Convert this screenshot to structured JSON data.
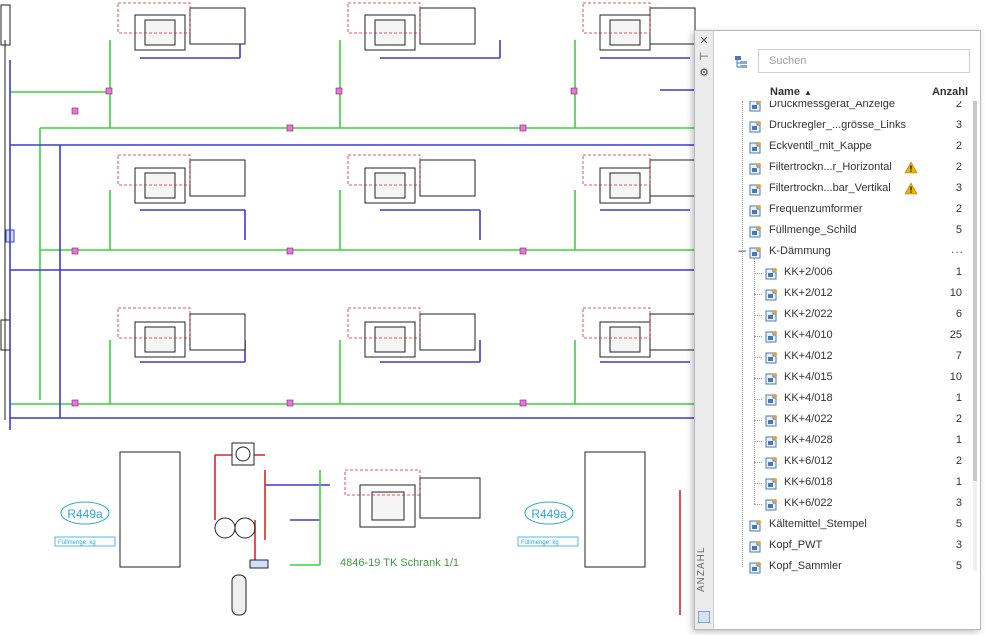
{
  "drawing": {
    "refrigerant_tags": [
      "R449a",
      "R449a"
    ],
    "fill_quantity_labels": [
      "Füllmenge: kg",
      "Füllmenge: kg"
    ],
    "cabinet_label": "4846-19 TK Schrank 1/1"
  },
  "panel": {
    "title": "ANZAHL",
    "search": {
      "placeholder": "Suchen",
      "value": ""
    },
    "columns": {
      "name": "Name",
      "count": "Anzahl"
    },
    "items": [
      {
        "label": "Druckmessgerät_Anzeige",
        "count": "2",
        "level": 1,
        "warning": false
      },
      {
        "label": "Druckregler_...grösse_Links",
        "count": "3",
        "level": 1,
        "warning": false
      },
      {
        "label": "Eckventil_mit_Kappe",
        "count": "2",
        "level": 1,
        "warning": false
      },
      {
        "label": "Filtertrockn...r_Horizontal",
        "count": "2",
        "level": 1,
        "warning": true
      },
      {
        "label": "Filtertrockn...bar_Vertikal",
        "count": "3",
        "level": 1,
        "warning": true
      },
      {
        "label": "Frequenzumformer",
        "count": "2",
        "level": 1,
        "warning": false
      },
      {
        "label": "Füllmenge_Schild",
        "count": "5",
        "level": 1,
        "warning": false
      },
      {
        "label": "K-Dämmung",
        "count": "...",
        "level": 1,
        "warning": false,
        "group": true
      },
      {
        "label": "KK+2/006",
        "count": "1",
        "level": 2,
        "warning": false
      },
      {
        "label": "KK+2/012",
        "count": "10",
        "level": 2,
        "warning": false
      },
      {
        "label": "KK+2/022",
        "count": "6",
        "level": 2,
        "warning": false
      },
      {
        "label": "KK+4/010",
        "count": "25",
        "level": 2,
        "warning": false
      },
      {
        "label": "KK+4/012",
        "count": "7",
        "level": 2,
        "warning": false
      },
      {
        "label": "KK+4/015",
        "count": "10",
        "level": 2,
        "warning": false
      },
      {
        "label": "KK+4/018",
        "count": "1",
        "level": 2,
        "warning": false
      },
      {
        "label": "KK+4/022",
        "count": "2",
        "level": 2,
        "warning": false
      },
      {
        "label": "KK+4/028",
        "count": "1",
        "level": 2,
        "warning": false
      },
      {
        "label": "KK+6/012",
        "count": "2",
        "level": 2,
        "warning": false
      },
      {
        "label": "KK+6/018",
        "count": "1",
        "level": 2,
        "warning": false
      },
      {
        "label": "KK+6/022",
        "count": "3",
        "level": 2,
        "warning": false
      },
      {
        "label": "Kältemittel_Stempel",
        "count": "5",
        "level": 1,
        "warning": false
      },
      {
        "label": "Kopf_PWT",
        "count": "3",
        "level": 1,
        "warning": false
      },
      {
        "label": "Kopf_Sammler",
        "count": "5",
        "level": 1,
        "warning": false
      }
    ]
  },
  "colors": {
    "pipe_blue": "#3b3bd6",
    "pipe_green": "#3ad43a",
    "pipe_red": "#e02424",
    "accent_cyan": "#29a9d9",
    "warning": "#f0b400"
  }
}
